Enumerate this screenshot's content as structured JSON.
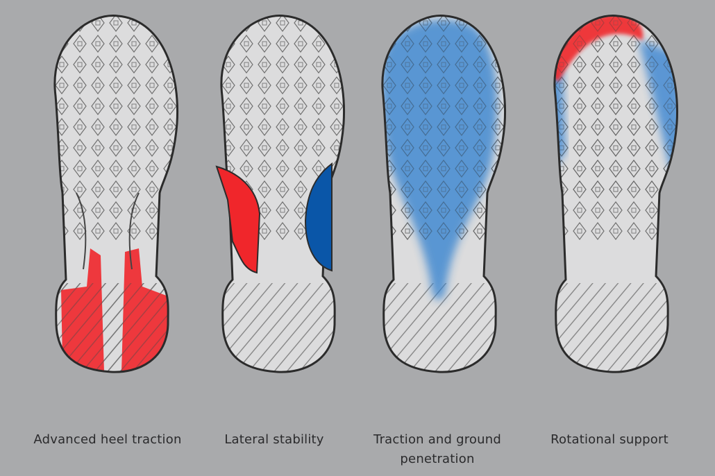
{
  "panels": [
    {
      "label": "Advanced heel traction",
      "highlight": "heel",
      "colors": [
        "#f0262b"
      ]
    },
    {
      "label": "Lateral stability",
      "highlight": "sides",
      "colors": [
        "#f0262b",
        "#0a56a8"
      ]
    },
    {
      "label": "Traction and ground penetration",
      "highlight": "center",
      "colors": [
        "#2f7fcf"
      ]
    },
    {
      "label": "Rotational support",
      "highlight": "toe-and-edges",
      "colors": [
        "#f0262b",
        "#3a85d2"
      ]
    }
  ],
  "colors": {
    "background": "#a9aaac",
    "sole": "#dcdcdd",
    "outline": "#2b2b2b"
  }
}
